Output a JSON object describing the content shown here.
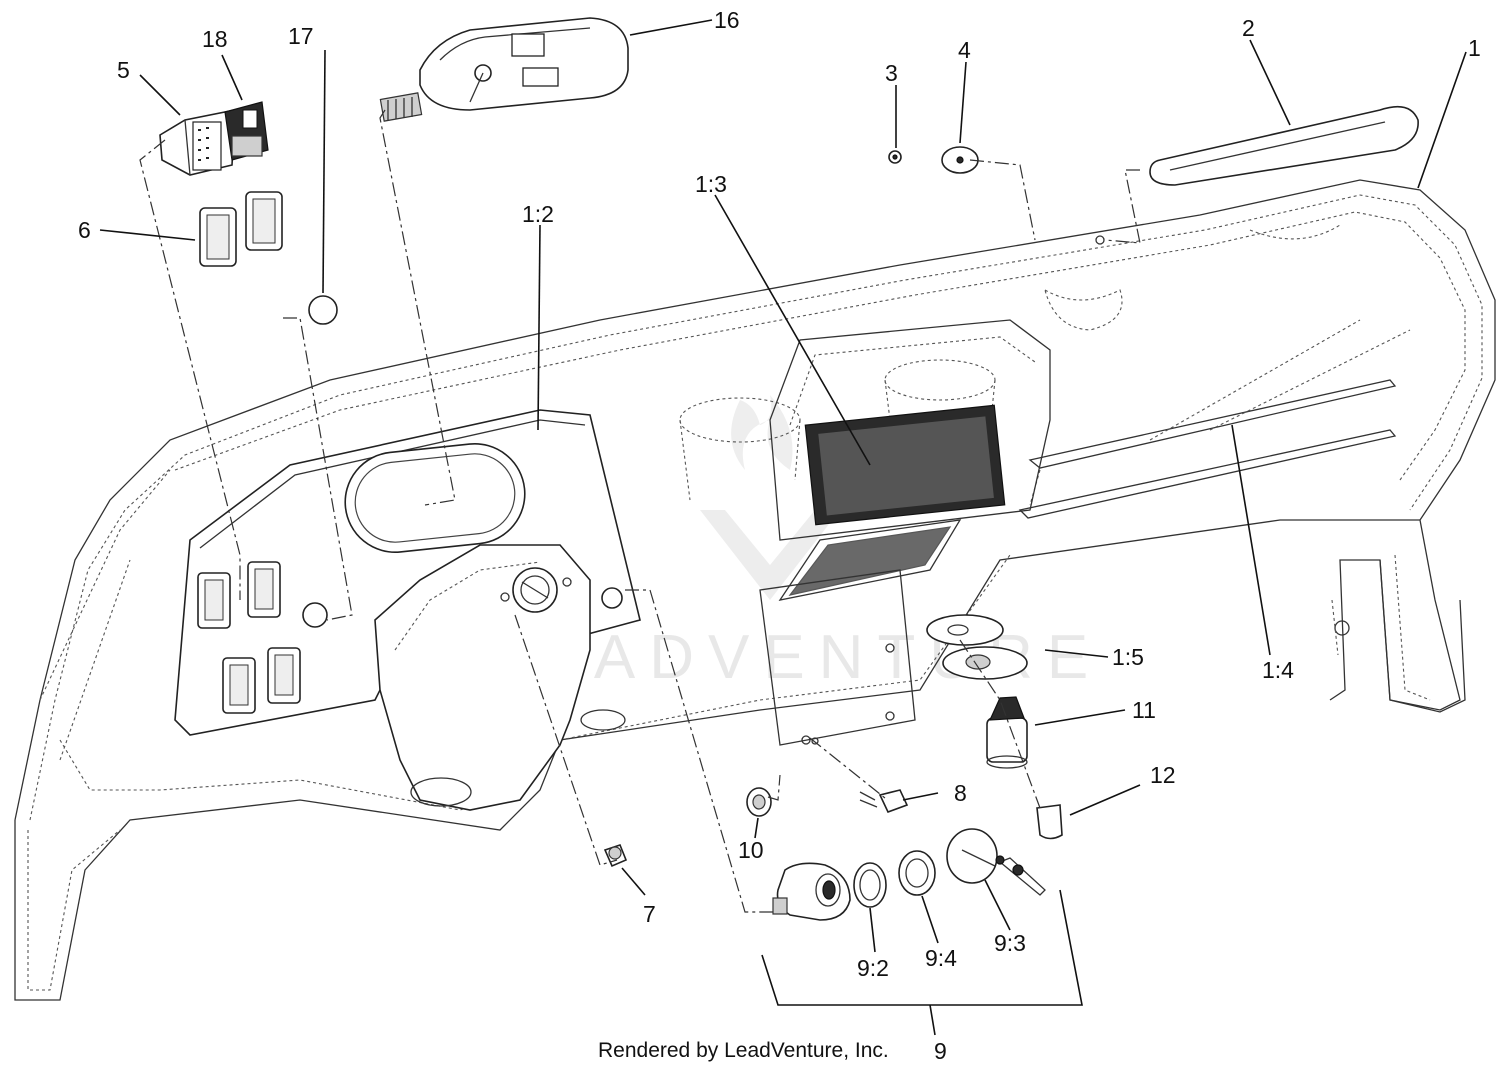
{
  "credit": "Rendered by LeadVenture, Inc.",
  "watermark": "LEADVENTURE",
  "callouts": {
    "c1": "1",
    "c2": "2",
    "c3": "3",
    "c4": "4",
    "c5": "5",
    "c6": "6",
    "c7": "7",
    "c8": "8",
    "c9": "9",
    "c10": "10",
    "c11": "11",
    "c12": "12",
    "c16": "16",
    "c17": "17",
    "c18": "18",
    "c1_2": "1:2",
    "c1_3": "1:3",
    "c1_4": "1:4",
    "c1_5": "1:5",
    "c9_2": "9:2",
    "c9_3": "9:3",
    "c9_4": "9:4"
  }
}
